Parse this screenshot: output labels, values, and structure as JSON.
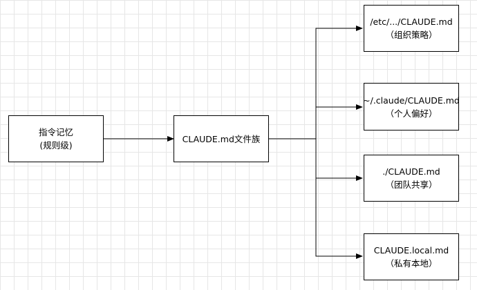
{
  "diagram": {
    "root": {
      "line1": "指令记忆",
      "line2": "(规则级)"
    },
    "hub": {
      "label": "CLAUDE.md文件族"
    },
    "leaves": [
      {
        "path": "/etc/.../CLAUDE.md",
        "desc": "（组织策略）"
      },
      {
        "path": "~/.claude/CLAUDE.md",
        "desc": "（个人偏好）"
      },
      {
        "path": "./CLAUDE.md",
        "desc": "（团队共享）"
      },
      {
        "path": "CLAUDE.local.md",
        "desc": "（私有本地）"
      }
    ]
  },
  "colors": {
    "stroke": "#000000",
    "node_fill": "#ffffff",
    "grid": "#e6e6e6"
  }
}
